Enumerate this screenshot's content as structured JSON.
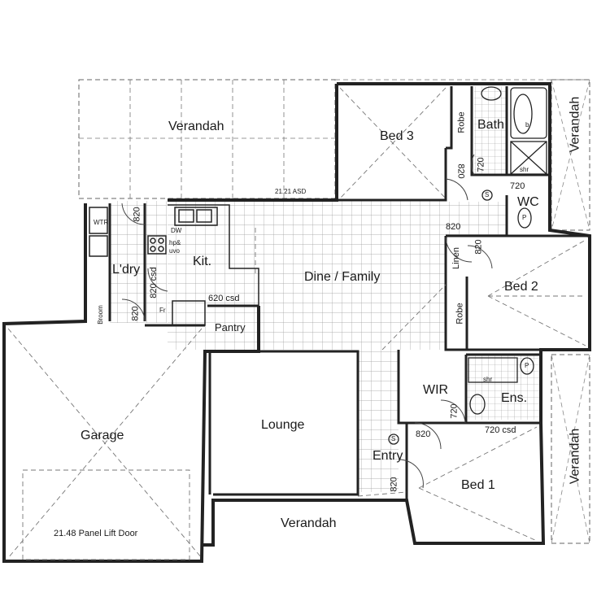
{
  "rooms": {
    "verandah_top": "Verandah",
    "bed3": "Bed 3",
    "robe_bed3": "Robe",
    "bath": "Bath",
    "verandah_right_top": "Verandah",
    "wc": "WC",
    "ldry": "L'dry",
    "kit": "Kit.",
    "dine_family": "Dine / Family",
    "linen": "Linen",
    "bed2": "Bed 2",
    "robe_bed2": "Robe",
    "pantry": "Pantry",
    "garage": "Garage",
    "lounge": "Lounge",
    "wir": "WIR",
    "ens": "Ens.",
    "entry": "Entry",
    "bed1": "Bed 1",
    "verandah_right_bottom": "Verandah",
    "verandah_bottom": "Verandah"
  },
  "notes": {
    "asd": "21.21 ASD",
    "panel_lift_door": "21.48 Panel Lift Door",
    "csd_kitchen": "620 csd",
    "csd_ldry": "820 csd",
    "csd_ens": "720 csd",
    "fr": "Fr",
    "dw": "DW",
    "hp": "hp&",
    "uvo": "uvo",
    "broom": "Broom",
    "wtr": "WTR",
    "shr_bath": "shr",
    "shr_ens": "shr",
    "b": "b",
    "s1": "S",
    "s2": "S",
    "p1": "P",
    "p2": "P"
  },
  "doors": {
    "d_bed3": "820",
    "d_bath": "720",
    "d_wc": "720",
    "d_hall": "820",
    "d_bed2": "820",
    "d_ldry_top": "820",
    "d_ldry_bottom": "820",
    "d_wir": "820",
    "d_ens": "720",
    "d_entry": "820"
  }
}
